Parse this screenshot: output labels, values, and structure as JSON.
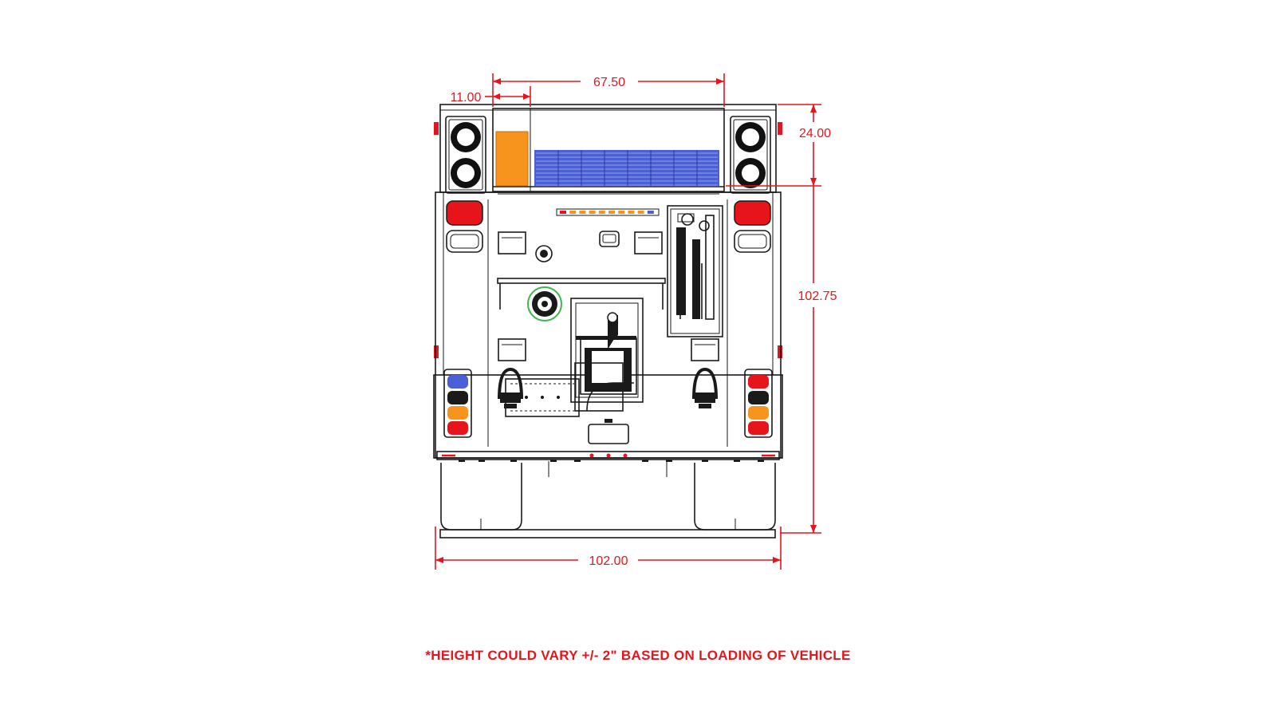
{
  "dimensions": {
    "overall_width": "102.00",
    "upper_width": "67.50",
    "offset_width": "11.00",
    "upper_height": "24.00",
    "overall_height": "102.75"
  },
  "note": "*HEIGHT COULD VARY +/- 2\" BASED ON LOADING OF VEHICLE",
  "colors": {
    "dimension": "#e8141b",
    "outline": "#1a1a1a",
    "orange_compartment": "#f7941d",
    "blue_panel": "#4b5fd6",
    "green_ring": "#3db54a"
  }
}
